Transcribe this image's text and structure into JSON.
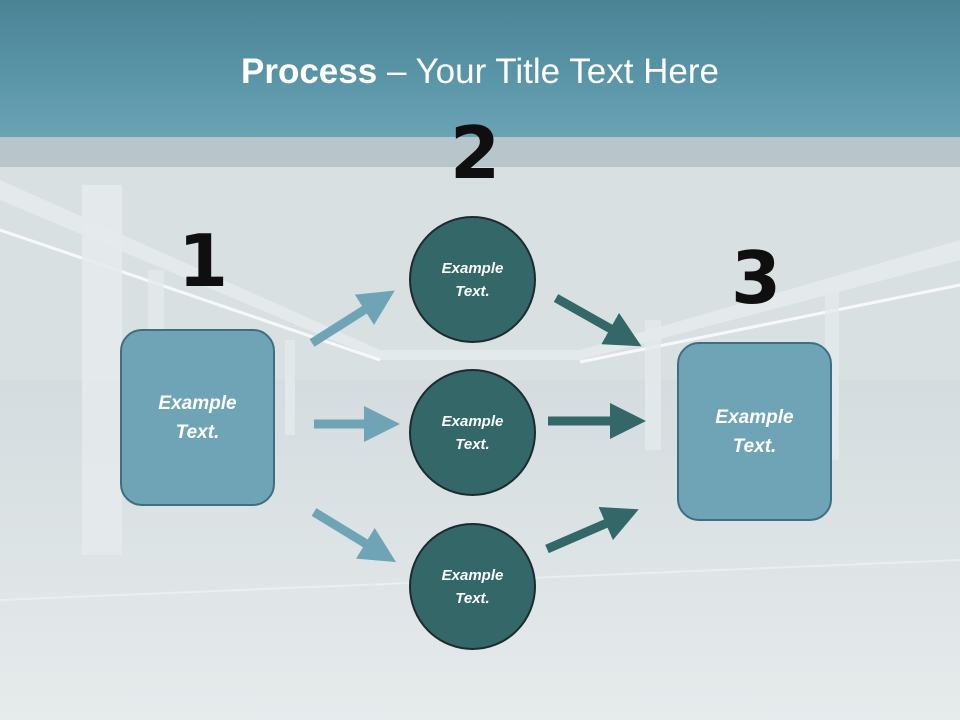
{
  "title": {
    "bold": "Process",
    "rest": " – Your Title Text Here"
  },
  "steps": {
    "one": "1",
    "two": "2",
    "three": "3"
  },
  "left_box": "Example Text.",
  "circles": [
    "Example Text.",
    "Example Text.",
    "Example Text."
  ],
  "right_box": "Example Text.",
  "colors": {
    "box_fill": "#6fa4b7",
    "circle_fill": "#346767",
    "light_arrow": "#6fa4b7",
    "dark_arrow": "#346767"
  }
}
